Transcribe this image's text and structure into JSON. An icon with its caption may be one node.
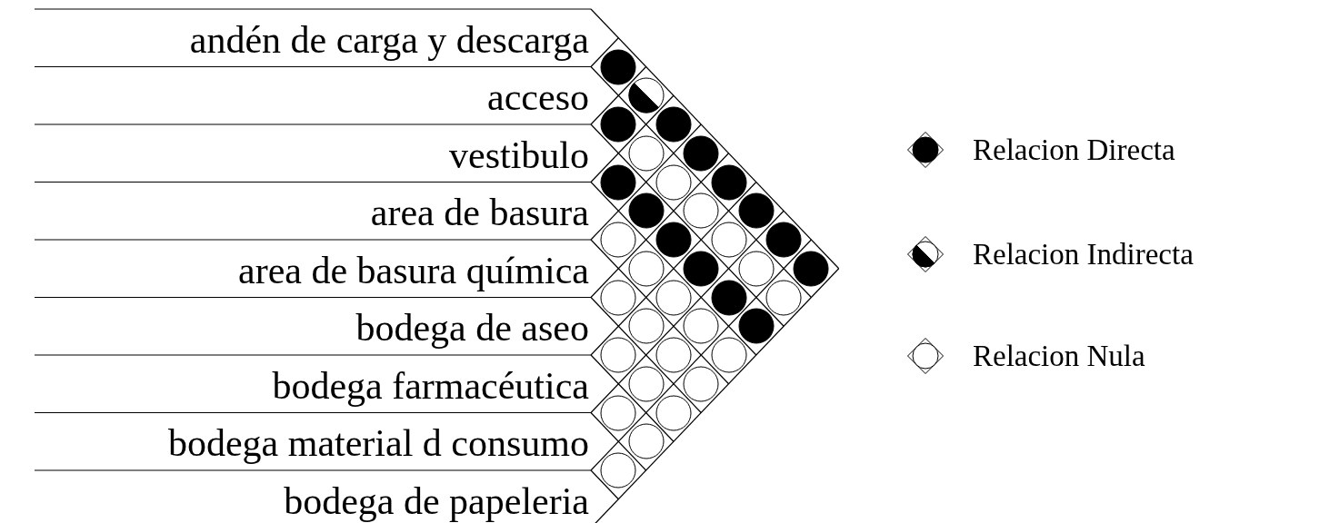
{
  "diagram": {
    "nodes": [
      {
        "text": [
          "andén de carga y descarga"
        ]
      },
      {
        "text": [
          "acceso"
        ]
      },
      {
        "text": [
          "vestibulo"
        ]
      },
      {
        "text": [
          "area de basura"
        ]
      },
      {
        "text": [
          "area de basura química"
        ]
      },
      {
        "text": [
          "bodega de aseo"
        ]
      },
      {
        "text": [
          "bodega farmacéutica"
        ]
      },
      {
        "text": [
          "bodega material d consumo"
        ]
      },
      {
        "text": [
          "bodega de papeleria"
        ]
      },
      {
        "text": [],
        "shape": "disc"
      },
      {
        "text": [],
        "shape": "halfdisc"
      },
      {
        "text": [],
        "shape": "disc"
      },
      {
        "text": [],
        "shape": "disc"
      },
      {
        "text": [],
        "shape": "circle"
      },
      {
        "text": [],
        "shape": "disc"
      },
      {
        "text": [],
        "shape": "disc"
      },
      {
        "text": [],
        "shape": "circle"
      },
      {
        "text": [],
        "shape": "disc"
      },
      {
        "text": [],
        "shape": "disc"
      },
      {
        "text": [],
        "shape": "circle"
      },
      {
        "text": [],
        "shape": "disc"
      },
      {
        "text": [],
        "shape": "circle"
      },
      {
        "text": [],
        "shape": "disc"
      },
      {
        "text": [],
        "shape": "circle"
      },
      {
        "text": [],
        "shape": "disc"
      },
      {
        "text": [],
        "shape": "circle"
      },
      {
        "text": [],
        "shape": "disc"
      },
      {
        "text": [],
        "shape": "circle"
      },
      {
        "text": [],
        "shape": "disc"
      },
      {
        "text": [],
        "shape": "circle"
      },
      {
        "text": [],
        "shape": "circle"
      },
      {
        "text": [],
        "shape": "disc"
      },
      {
        "text": [],
        "shape": "circle"
      },
      {
        "text": [],
        "shape": "circle"
      },
      {
        "text": [],
        "shape": "circle"
      },
      {
        "text": [],
        "shape": "disc"
      },
      {
        "text": [],
        "shape": "circle"
      },
      {
        "text": [],
        "shape": "circle"
      },
      {
        "text": [],
        "shape": "circle"
      },
      {
        "text": [],
        "shape": "circle"
      },
      {
        "text": [],
        "shape": "circle"
      },
      {
        "text": [],
        "shape": "circle"
      },
      {
        "text": [],
        "shape": "circle"
      },
      {
        "text": [],
        "shape": "circle"
      },
      {
        "text": [],
        "shape": "circle"
      }
    ],
    "legend": [
      {
        "text": "Relacion Directa"
      },
      {
        "text": "Relacion Indirecta"
      },
      {
        "text": "Relacion Nula"
      }
    ]
  }
}
